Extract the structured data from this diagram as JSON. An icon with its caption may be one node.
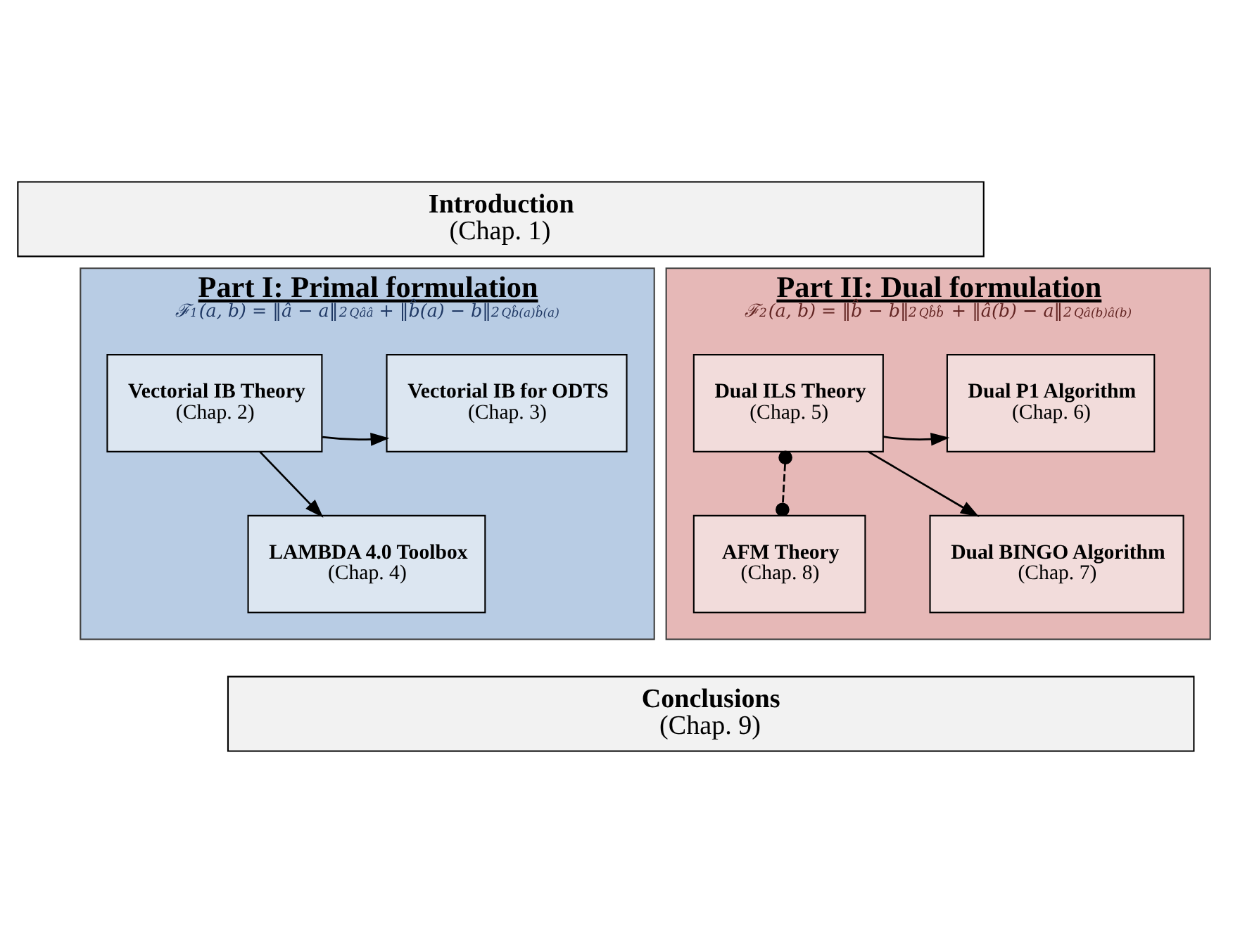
{
  "diagram": {
    "nodes": [
      {
        "text": [
          "Introduction",
          "(Chap. 1)"
        ]
      },
      {
        "text": [
          "Part I: Primal formulation",
          "ℱ$_{1}$(a, b) = ‖â − a‖$^{2}$$_{Qââ}$ + ‖b̂(a) − b‖$^{2}$$_{Qb̂(a)b̂(a)}$"
        ]
      },
      {
        "text": [
          "Vectorial IB Theory",
          "(Chap. 2)"
        ],
        "in": 1
      },
      {
        "text": [
          "Vectorial IB for ODTS",
          "(Chap. 3)"
        ],
        "in": 1
      },
      {
        "text": [
          "LAMBDA 4.0 Toolbox",
          "(Chap. 4)"
        ],
        "in": 1
      },
      {
        "text": [
          "Part II: Dual formulation",
          "ℱ$_{2}$(a, b) = ‖b̂ − b‖$^{2}$$_{Qb̂b̂}$ + ‖â(b) − a‖$^{2}$$_{Qâ(b)â(b)}$"
        ]
      },
      {
        "text": [
          "Dual ILS Theory",
          "(Chap. 5)"
        ],
        "in": 5
      },
      {
        "text": [
          "Dual P1 Algorithm",
          "(Chap. 6)"
        ],
        "in": 5
      },
      {
        "text": [
          "AFM Theory",
          "(Chap. 8)"
        ],
        "in": 5
      },
      {
        "text": [
          "Dual BINGO Algorithm",
          "(Chap. 7)"
        ],
        "in": 5
      },
      {
        "text": [
          "Conclusions",
          "(Chap. 9)"
        ]
      }
    ],
    "edges": [
      {
        "from": 2,
        "to": 3,
        "arrow": "to"
      },
      {
        "from": 2,
        "to": 4,
        "arrow": "to"
      },
      {
        "from": 6,
        "to": 7,
        "arrow": "to"
      },
      {
        "from": 6,
        "to": 9,
        "arrow": "to"
      },
      {
        "from": 6,
        "to": 8,
        "arrow": "other",
        "style": "dashed"
      }
    ]
  }
}
